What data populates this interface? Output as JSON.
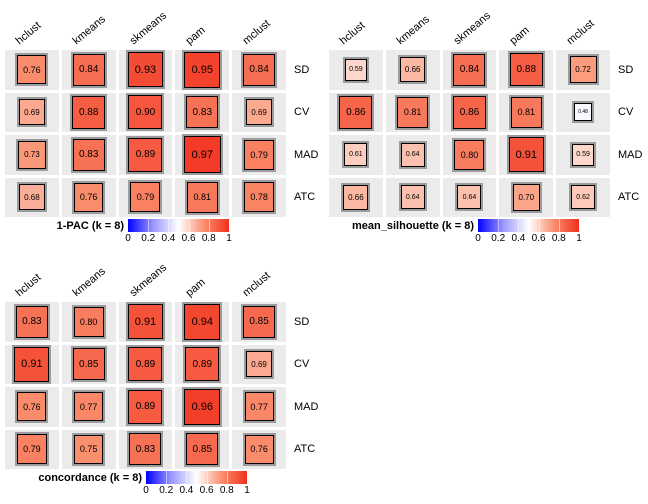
{
  "figure": {
    "background": "#ffffff",
    "cell_bg": "#ebebeb",
    "square_border": "#000000",
    "square_outline": "#9c9c9c",
    "text_color": "#000000"
  },
  "columns": [
    "hclust",
    "kmeans",
    "skmeans",
    "pam",
    "mclust"
  ],
  "row_labels": [
    "SD",
    "CV",
    "MAD",
    "ATC"
  ],
  "legend": {
    "ticks": [
      "0",
      "0.2",
      "0.4",
      "0.6",
      "0.8",
      "1"
    ],
    "gradient": {
      "0": "#0202fe",
      "0.25": "#9b97ff",
      "0.5": "#ffffff",
      "0.75": "#fa8f6e",
      "1": "#f2301d"
    }
  },
  "chart_data": [
    {
      "type": "heatmap",
      "title": "1-PAC (k = 8)",
      "columns": [
        "hclust",
        "kmeans",
        "skmeans",
        "pam",
        "mclust"
      ],
      "rows": [
        "SD",
        "CV",
        "MAD",
        "ATC"
      ],
      "values": [
        [
          0.76,
          0.84,
          0.93,
          0.95,
          0.84
        ],
        [
          0.69,
          0.88,
          0.9,
          0.83,
          0.69
        ],
        [
          0.73,
          0.83,
          0.89,
          0.97,
          0.79
        ],
        [
          0.68,
          0.76,
          0.79,
          0.81,
          0.78
        ]
      ],
      "value_range": [
        0,
        1
      ],
      "legend_ticks": [
        0,
        0.2,
        0.4,
        0.6,
        0.8,
        1
      ],
      "colormap": {
        "0": "blue",
        "0.5": "white",
        "1": "red"
      }
    },
    {
      "type": "heatmap",
      "title": "mean_silhouette (k = 8)",
      "columns": [
        "hclust",
        "kmeans",
        "skmeans",
        "pam",
        "mclust"
      ],
      "rows": [
        "SD",
        "CV",
        "MAD",
        "ATC"
      ],
      "values": [
        [
          0.59,
          0.66,
          0.84,
          0.88,
          0.72
        ],
        [
          0.86,
          0.81,
          0.86,
          0.81,
          0.48
        ],
        [
          0.61,
          0.64,
          0.8,
          0.91,
          0.59
        ],
        [
          0.66,
          0.64,
          0.64,
          0.7,
          0.62
        ]
      ],
      "value_range": [
        0,
        1
      ],
      "legend_ticks": [
        0,
        0.2,
        0.4,
        0.6,
        0.8,
        1
      ],
      "colormap": {
        "0": "blue",
        "0.5": "white",
        "1": "red"
      }
    },
    {
      "type": "heatmap",
      "title": "concordance (k = 8)",
      "columns": [
        "hclust",
        "kmeans",
        "skmeans",
        "pam",
        "mclust"
      ],
      "rows": [
        "SD",
        "CV",
        "MAD",
        "ATC"
      ],
      "values": [
        [
          0.83,
          0.8,
          0.91,
          0.94,
          0.85
        ],
        [
          0.91,
          0.85,
          0.89,
          0.89,
          0.69
        ],
        [
          0.76,
          0.77,
          0.89,
          0.96,
          0.77
        ],
        [
          0.79,
          0.75,
          0.83,
          0.85,
          0.76
        ]
      ],
      "value_range": [
        0,
        1
      ],
      "legend_ticks": [
        0,
        0.2,
        0.4,
        0.6,
        0.8,
        1
      ],
      "colormap": {
        "0": "blue",
        "0.5": "white",
        "1": "red"
      }
    }
  ]
}
